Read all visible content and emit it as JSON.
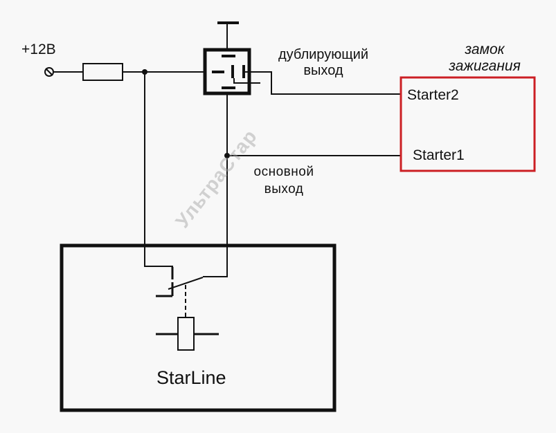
{
  "diagram": {
    "title": "StarLine autostart dual starter output wiring",
    "colors": {
      "background": "#f8f8f8",
      "line": "#111111",
      "ignition_box": "#cc1f24",
      "watermark": "#a0a0a0"
    },
    "labels": {
      "power": "+12В",
      "duplicate_output_line1": "дублирующий",
      "duplicate_output_line2": "выход",
      "main_output_line1": "основной",
      "main_output_line2": "выход",
      "ignition_lock_line1": "замок",
      "ignition_lock_line2": "зажигания",
      "starter2": "Starter2",
      "starter1": "Starter1",
      "alarm_unit": "StarLine"
    },
    "watermark": "УльтраСтар",
    "components": [
      {
        "id": "power-terminal",
        "label": "+12В"
      },
      {
        "id": "fuse"
      },
      {
        "id": "relay",
        "label": "дублирующий выход"
      },
      {
        "id": "ignition-switch",
        "label": "замок зажигания",
        "terminals": [
          "Starter2",
          "Starter1"
        ]
      },
      {
        "id": "starline-unit",
        "label": "StarLine",
        "contains": [
          "relay-contact",
          "relay-coil"
        ]
      }
    ]
  }
}
